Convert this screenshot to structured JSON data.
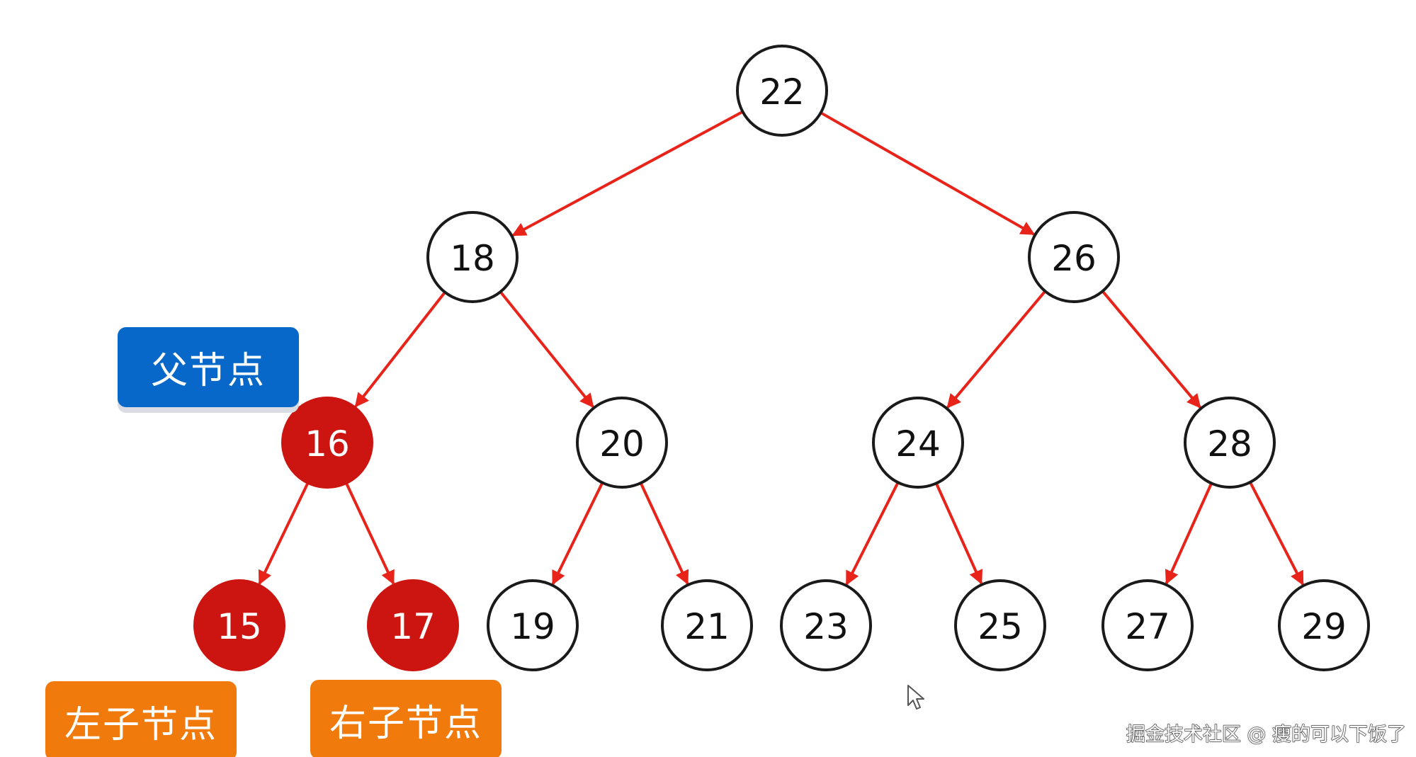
{
  "diagram": {
    "colors": {
      "edge": "#e8241a",
      "node_stroke": "#1a1a1a",
      "node_fill": "#ffffff",
      "highlight_fill": "#cc1410",
      "highlight_text": "#ffffff",
      "parent_tag": "#0868c9",
      "child_tag": "#f07a0c"
    },
    "nodes": [
      {
        "id": "n22",
        "label": "22",
        "highlighted": false
      },
      {
        "id": "n18",
        "label": "18",
        "highlighted": false
      },
      {
        "id": "n26",
        "label": "26",
        "highlighted": false
      },
      {
        "id": "n16",
        "label": "16",
        "highlighted": true
      },
      {
        "id": "n20",
        "label": "20",
        "highlighted": false
      },
      {
        "id": "n24",
        "label": "24",
        "highlighted": false
      },
      {
        "id": "n28",
        "label": "28",
        "highlighted": false
      },
      {
        "id": "n15",
        "label": "15",
        "highlighted": true
      },
      {
        "id": "n17",
        "label": "17",
        "highlighted": true
      },
      {
        "id": "n19",
        "label": "19",
        "highlighted": false
      },
      {
        "id": "n21",
        "label": "21",
        "highlighted": false
      },
      {
        "id": "n23",
        "label": "23",
        "highlighted": false
      },
      {
        "id": "n25",
        "label": "25",
        "highlighted": false
      },
      {
        "id": "n27",
        "label": "27",
        "highlighted": false
      },
      {
        "id": "n29",
        "label": "29",
        "highlighted": false
      }
    ],
    "edges": [
      {
        "from": "n22",
        "to": "n18"
      },
      {
        "from": "n22",
        "to": "n26"
      },
      {
        "from": "n18",
        "to": "n16"
      },
      {
        "from": "n18",
        "to": "n20"
      },
      {
        "from": "n26",
        "to": "n24"
      },
      {
        "from": "n26",
        "to": "n28"
      },
      {
        "from": "n16",
        "to": "n15"
      },
      {
        "from": "n16",
        "to": "n17"
      },
      {
        "from": "n20",
        "to": "n19"
      },
      {
        "from": "n20",
        "to": "n21"
      },
      {
        "from": "n24",
        "to": "n23"
      },
      {
        "from": "n24",
        "to": "n25"
      },
      {
        "from": "n28",
        "to": "n27"
      },
      {
        "from": "n28",
        "to": "n29"
      }
    ],
    "tags": {
      "parent": "父节点",
      "left_child": "左子节点",
      "right_child": "右子节点"
    }
  },
  "watermark": "掘金技术社区 @ 瘦的可以下饭了",
  "icons": {
    "cursor": "mouse-pointer-icon"
  }
}
